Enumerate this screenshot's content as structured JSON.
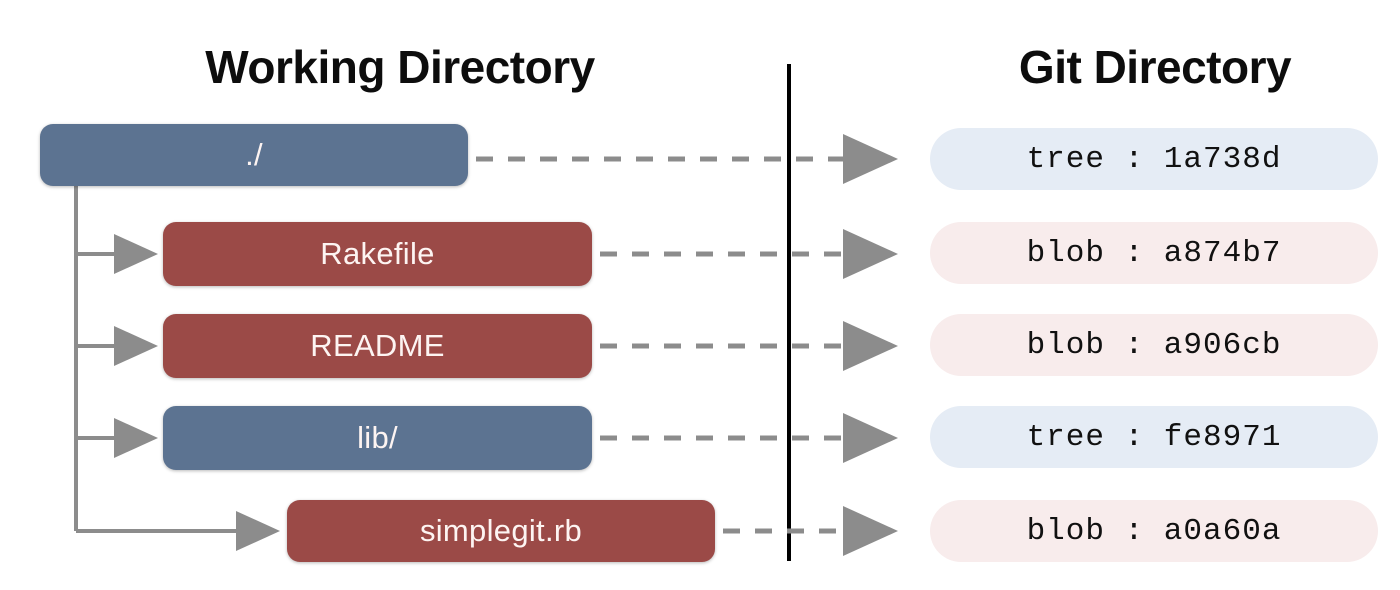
{
  "headings": {
    "working_directory": "Working Directory",
    "git_directory": "Git Directory"
  },
  "colors": {
    "tree_box": "#5c7391",
    "blob_box": "#9b4a47",
    "tree_pill": "#e5ecf5",
    "blob_pill": "#f8ecec",
    "arrow": "#8c8c8c",
    "divider": "#000000",
    "box_label": "#fdf4f2",
    "pill_label": "#111111"
  },
  "working_directory": {
    "nodes": [
      {
        "label": "./",
        "kind": "tree",
        "depth": 0
      },
      {
        "label": "Rakefile",
        "kind": "blob",
        "depth": 1
      },
      {
        "label": "README",
        "kind": "blob",
        "depth": 1
      },
      {
        "label": "lib/",
        "kind": "tree",
        "depth": 1
      },
      {
        "label": "simplegit.rb",
        "kind": "blob",
        "depth": 2
      }
    ]
  },
  "git_directory": {
    "objects": [
      {
        "label": "tree : 1a738d",
        "type": "tree",
        "hash": "1a738d"
      },
      {
        "label": "blob : a874b7",
        "type": "blob",
        "hash": "a874b7"
      },
      {
        "label": "blob : a906cb",
        "type": "blob",
        "hash": "a906cb"
      },
      {
        "label": "tree : fe8971",
        "type": "tree",
        "hash": "fe8971"
      },
      {
        "label": "blob : a0a60a",
        "type": "blob",
        "hash": "a0a60a"
      }
    ]
  }
}
